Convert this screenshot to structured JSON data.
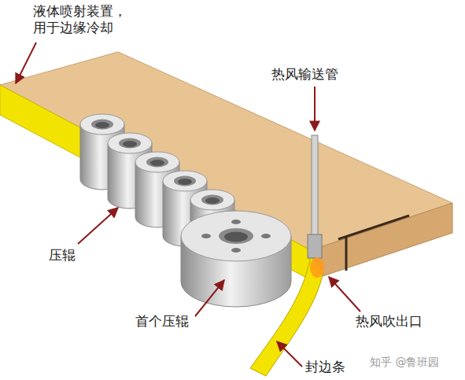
{
  "diagram": {
    "labels": [
      "液体喷射装置， 用于边缘冷却",
      "热风输送管",
      "压辊",
      "首个压辊",
      "热风吹出口",
      "封边条",
      "知乎 @鲁班园"
    ]
  }
}
